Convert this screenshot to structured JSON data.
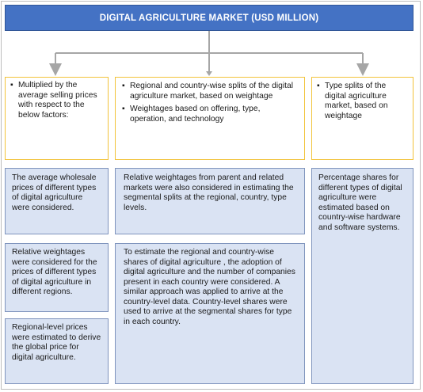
{
  "title": "DIGITAL AGRICULTURE MARKET (USD MILLION)",
  "bullet_glyph": "▪",
  "columns": [
    {
      "top_bullets": [
        "Multiplied by the average selling prices with respect to the below factors:"
      ],
      "steps": [
        "The average wholesale prices of different types of digital agriculture were considered.",
        "Relative weightages were considered for the prices of different types of digital agriculture in different regions.",
        "Regional-level prices were estimated to derive the global price for digital agriculture."
      ]
    },
    {
      "top_bullets": [
        "Regional and country-wise splits of the digital agriculture market, based on weightage",
        "Weightages based on offering, type, operation, and technology"
      ],
      "steps": [
        "Relative weightages from parent and related markets were also considered in estimating the segmental splits at the regional, country, type levels.",
        "To estimate the regional and country-wise shares of digital agriculture , the adoption of digital agriculture and the number of companies present in each country were considered. A similar approach was applied to arrive at the country-level data. Country-level shares were used to arrive at the segmental shares for type in each country."
      ]
    },
    {
      "top_bullets": [
        "Type splits of the digital agriculture market, based on weightage"
      ],
      "steps": [
        "Percentage shares for different types of digital agriculture were estimated based on country-wise hardware and software systems."
      ]
    }
  ],
  "colors": {
    "title_bg": "#4472c4",
    "box_border": "#f2c33a",
    "step_bg": "#dae3f3",
    "connector": "#a6a6a6"
  }
}
